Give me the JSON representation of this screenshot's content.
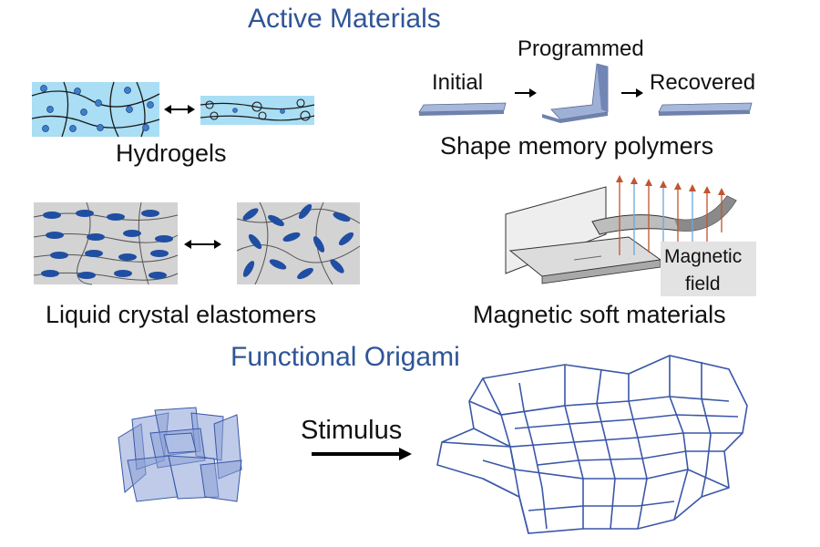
{
  "titles": {
    "active": "Active Materials",
    "origami": "Functional Origami"
  },
  "hydrogels": {
    "label": "Hydrogels"
  },
  "smp": {
    "label": "Shape memory polymers",
    "initial": "Initial",
    "programmed": "Programmed",
    "recovered": "Recovered"
  },
  "lce": {
    "label": "Liquid crystal elastomers"
  },
  "magnetic": {
    "label": "Magnetic soft materials",
    "field_line1": "Magnetic",
    "field_line2": "field"
  },
  "origami": {
    "stimulus": "Stimulus"
  },
  "colors": {
    "title_blue": "#2f5597",
    "hydrogel_fill": "#a9def4",
    "hydrogel_dot": "#3e7fcc",
    "panel_gray": "#d3d3d3",
    "ellipse_blue": "#1f4ea3",
    "smp_strip": "#8fa3cf",
    "origami_line": "#3a57a8",
    "field_arrow": "#c0552f",
    "field_arrow_blue": "#6aa7d8"
  }
}
